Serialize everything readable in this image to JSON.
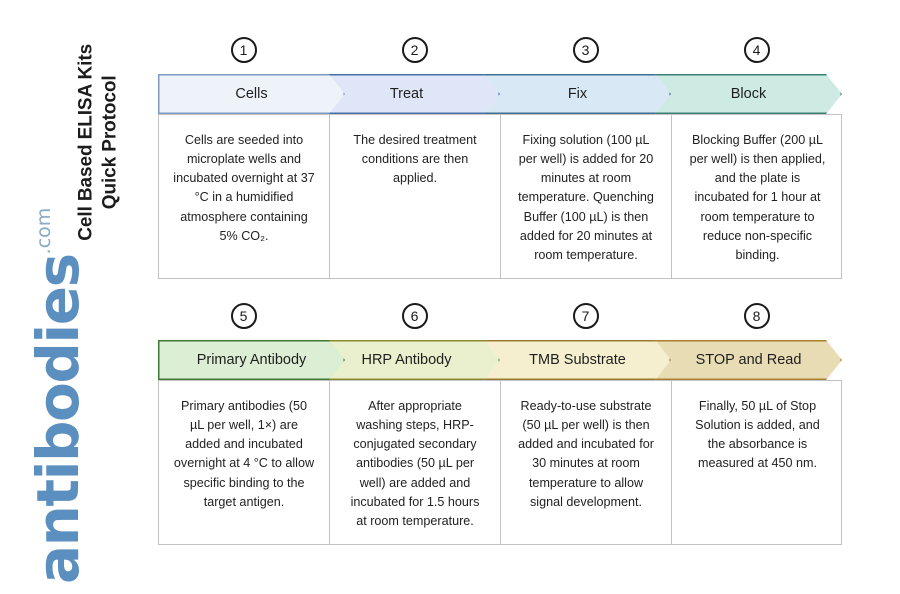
{
  "title": {
    "line1": "Cell Based ELISA Kits",
    "line2": "Quick Protocol"
  },
  "watermark": {
    "brand": "antibodies",
    "suffix": ".com",
    "color": "#5b8fc0"
  },
  "diagram": {
    "type": "chevron-process-flow",
    "rows": [
      {
        "row_id": "row-1",
        "steps": [
          {
            "number": "1",
            "label": "Cells",
            "fill": "#eef3fa",
            "stroke": "#7b9bc4",
            "body": "Cells are seeded into microplate wells and incubated overnight at 37 °C in a humidified atmosphere containing 5% CO₂."
          },
          {
            "number": "2",
            "label": "Treat",
            "fill": "#dfe6f7",
            "stroke": "#4a6fa5",
            "body": "The desired treatment conditions are then applied."
          },
          {
            "number": "3",
            "label": "Fix",
            "fill": "#d8e8f5",
            "stroke": "#3f6f94",
            "body": "Fixing solution (100 µL per well) is added for 20 minutes at room temperature. Quenching Buffer (100 µL) is then added for 20 minutes at room temperature."
          },
          {
            "number": "4",
            "label": "Block",
            "fill": "#cdeae3",
            "stroke": "#3d7f72",
            "body": "Blocking Buffer (200 µL per well) is then applied, and the plate is incubated for 1 hour at room temperature to reduce non-specific binding."
          }
        ]
      },
      {
        "row_id": "row-2",
        "steps": [
          {
            "number": "5",
            "label": "Primary Antibody",
            "fill": "#dcefd4",
            "stroke": "#3f7a34",
            "body": "Primary antibodies (50 µL per well, 1×) are added and incubated overnight at 4 °C to allow specific binding to the target antigen."
          },
          {
            "number": "6",
            "label": "HRP Antibody",
            "fill": "#eaf0cd",
            "stroke": "#8a8a33",
            "body": "After appropriate washing steps, HRP-conjugated secondary antibodies (50 µL per well) are added and incubated for 1.5 hours at room temperature."
          },
          {
            "number": "7",
            "label": "TMB Substrate",
            "fill": "#f5efd0",
            "stroke": "#9a7a33",
            "body": "Ready-to-use substrate (50 µL per well) is then added and incubated for 30 minutes at room temperature to allow signal development."
          },
          {
            "number": "8",
            "label": "STOP and Read",
            "fill": "#e8dcb5",
            "stroke": "#a9802f",
            "body": "Finally, 50 µL of Stop Solution is added, and the absorbance is measured at 450 nm."
          }
        ]
      }
    ]
  }
}
